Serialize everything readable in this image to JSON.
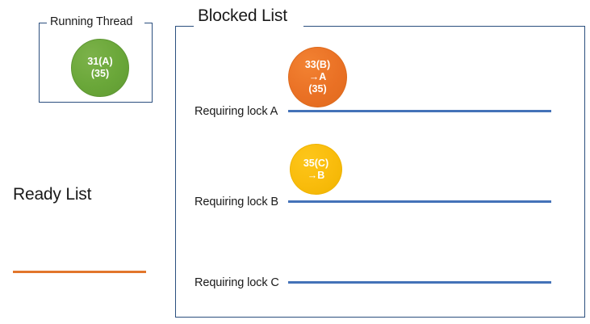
{
  "diagram": {
    "title_hidden": "",
    "colors": {
      "box_border": "#2b4f7e",
      "running_circle": "#6aa739",
      "blocked_circle_b": "#ea7125",
      "blocked_circle_c": "#f9bc0c",
      "lock_line": "#4472b8",
      "ready_line": "#e2762c",
      "text": "#1a1a1a"
    }
  },
  "running_thread": {
    "caption": "Running Thread",
    "thread": {
      "id_label": "31(A)",
      "priority_label": "(35)"
    }
  },
  "blocked_list": {
    "caption": "Blocked List",
    "threads": [
      {
        "id_label": "33(B)",
        "waiting_label": "→A",
        "priority_label": "(35)"
      },
      {
        "id_label": "35(C)",
        "waiting_label": "→B"
      }
    ],
    "locks": [
      {
        "label": "Requiring lock A"
      },
      {
        "label": "Requiring lock B"
      },
      {
        "label": "Requiring lock C"
      }
    ]
  },
  "ready_list": {
    "title": "Ready List"
  }
}
